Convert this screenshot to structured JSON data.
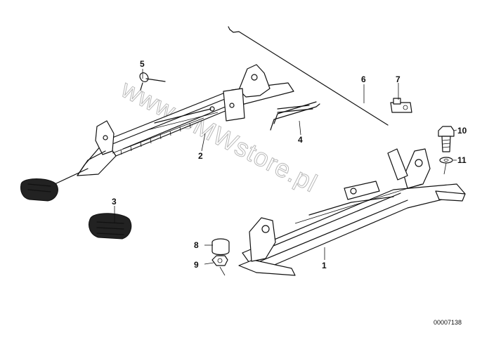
{
  "diagram": {
    "callouts": [
      {
        "id": "c1",
        "label": "1"
      },
      {
        "id": "c2",
        "label": "2"
      },
      {
        "id": "c3",
        "label": "3"
      },
      {
        "id": "c4",
        "label": "4"
      },
      {
        "id": "c5",
        "label": "5"
      },
      {
        "id": "c6",
        "label": "6"
      },
      {
        "id": "c7",
        "label": "7"
      },
      {
        "id": "c8",
        "label": "8"
      },
      {
        "id": "c9",
        "label": "9"
      },
      {
        "id": "c10",
        "label": "10"
      },
      {
        "id": "c11",
        "label": "11"
      }
    ],
    "watermark": "www.BMWstore.pl",
    "reference_number": "00007138"
  }
}
